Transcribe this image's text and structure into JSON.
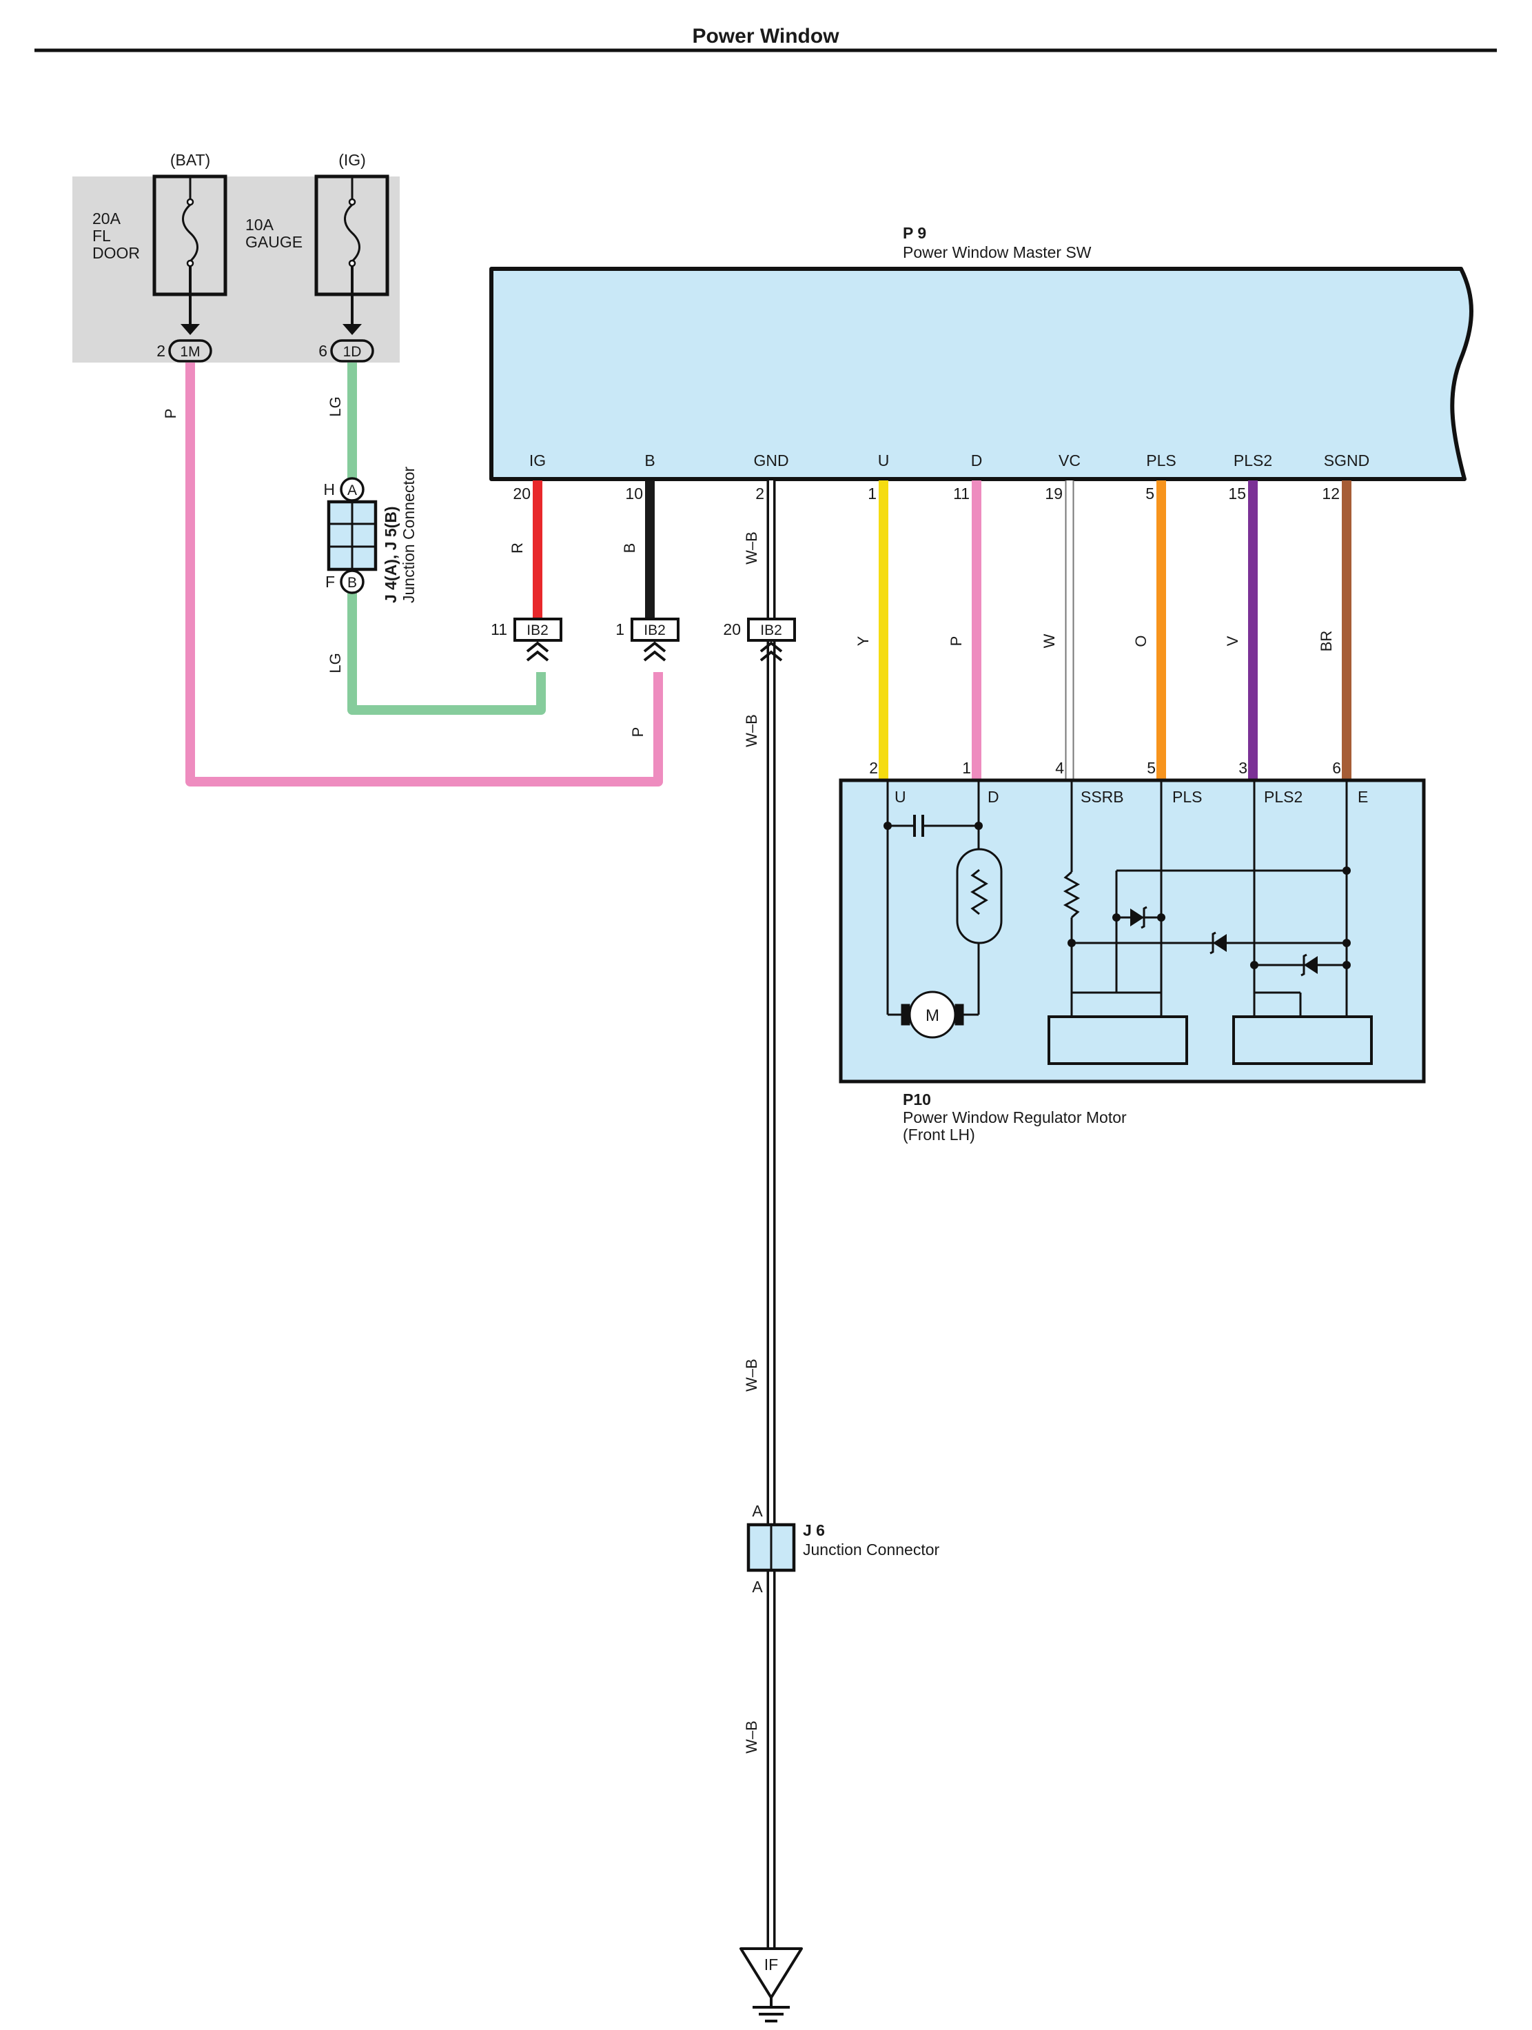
{
  "title": "Power Window",
  "fuse_box": {
    "bat_label": "(BAT)",
    "ig_label": "(IG)",
    "fuse1": {
      "amps": "20A",
      "line1": "FL",
      "line2": "DOOR",
      "pin": "2",
      "conn": "1M"
    },
    "fuse2": {
      "amps": "10A",
      "line1": "GAUGE",
      "pin": "6",
      "conn": "1D"
    }
  },
  "j4j5": {
    "code": "J 4(A), J 5(B)",
    "name": "Junction Connector",
    "top_pin": "H",
    "top_conn": "A",
    "bot_pin": "F",
    "bot_conn": "B"
  },
  "p9": {
    "code": "P 9",
    "name": "Power Window Master SW",
    "terminals": [
      {
        "name": "IG",
        "pin": "20",
        "color_code": "R",
        "hex": "#e8282b"
      },
      {
        "name": "B",
        "pin": "10",
        "color_code": "B",
        "hex": "#1a1a1a"
      },
      {
        "name": "GND",
        "pin": "2",
        "color_code": "W–B",
        "hex": "#ffffff"
      },
      {
        "name": "U",
        "pin": "1",
        "color_code": "Y",
        "hex": "#f5dc10"
      },
      {
        "name": "D",
        "pin": "11",
        "color_code": "P",
        "hex": "#ee8cbf"
      },
      {
        "name": "VC",
        "pin": "19",
        "color_code": "W",
        "hex": "#ffffff"
      },
      {
        "name": "PLS",
        "pin": "5",
        "color_code": "O",
        "hex": "#f7941d"
      },
      {
        "name": "PLS2",
        "pin": "15",
        "color_code": "V",
        "hex": "#7b3196"
      },
      {
        "name": "SGND",
        "pin": "12",
        "color_code": "BR",
        "hex": "#a65d36"
      }
    ]
  },
  "ib2": [
    {
      "pin": "11",
      "label": "IB2"
    },
    {
      "pin": "1",
      "label": "IB2"
    },
    {
      "pin": "20",
      "label": "IB2"
    }
  ],
  "wires": {
    "left_pink": "P",
    "lg_upper": "LG",
    "lg_lower": "LG",
    "p_lower": "P",
    "wb_1": "W–B",
    "wb_2": "W–B",
    "wb_3": "W–B",
    "wb_4": "W–B"
  },
  "p10": {
    "code": "P10",
    "name": "Power Window Regulator Motor",
    "sub": "(Front LH)",
    "terminals": [
      {
        "name": "U",
        "pin": "2"
      },
      {
        "name": "D",
        "pin": "1"
      },
      {
        "name": "SSRB",
        "pin": "4"
      },
      {
        "name": "PLS",
        "pin": "5"
      },
      {
        "name": "PLS2",
        "pin": "3"
      },
      {
        "name": "E",
        "pin": "6"
      }
    ],
    "motor_label": "M"
  },
  "j6": {
    "code": "J 6",
    "name": "Junction Connector",
    "top_pin": "A",
    "bot_pin": "A"
  },
  "ground": {
    "label": "IF"
  },
  "colors": {
    "module_fill": "#c9e8f7",
    "fuse_box_fill": "#d9d9d9",
    "lg_wire": "#86cc9c",
    "pink_wire": "#ee8cbf"
  }
}
